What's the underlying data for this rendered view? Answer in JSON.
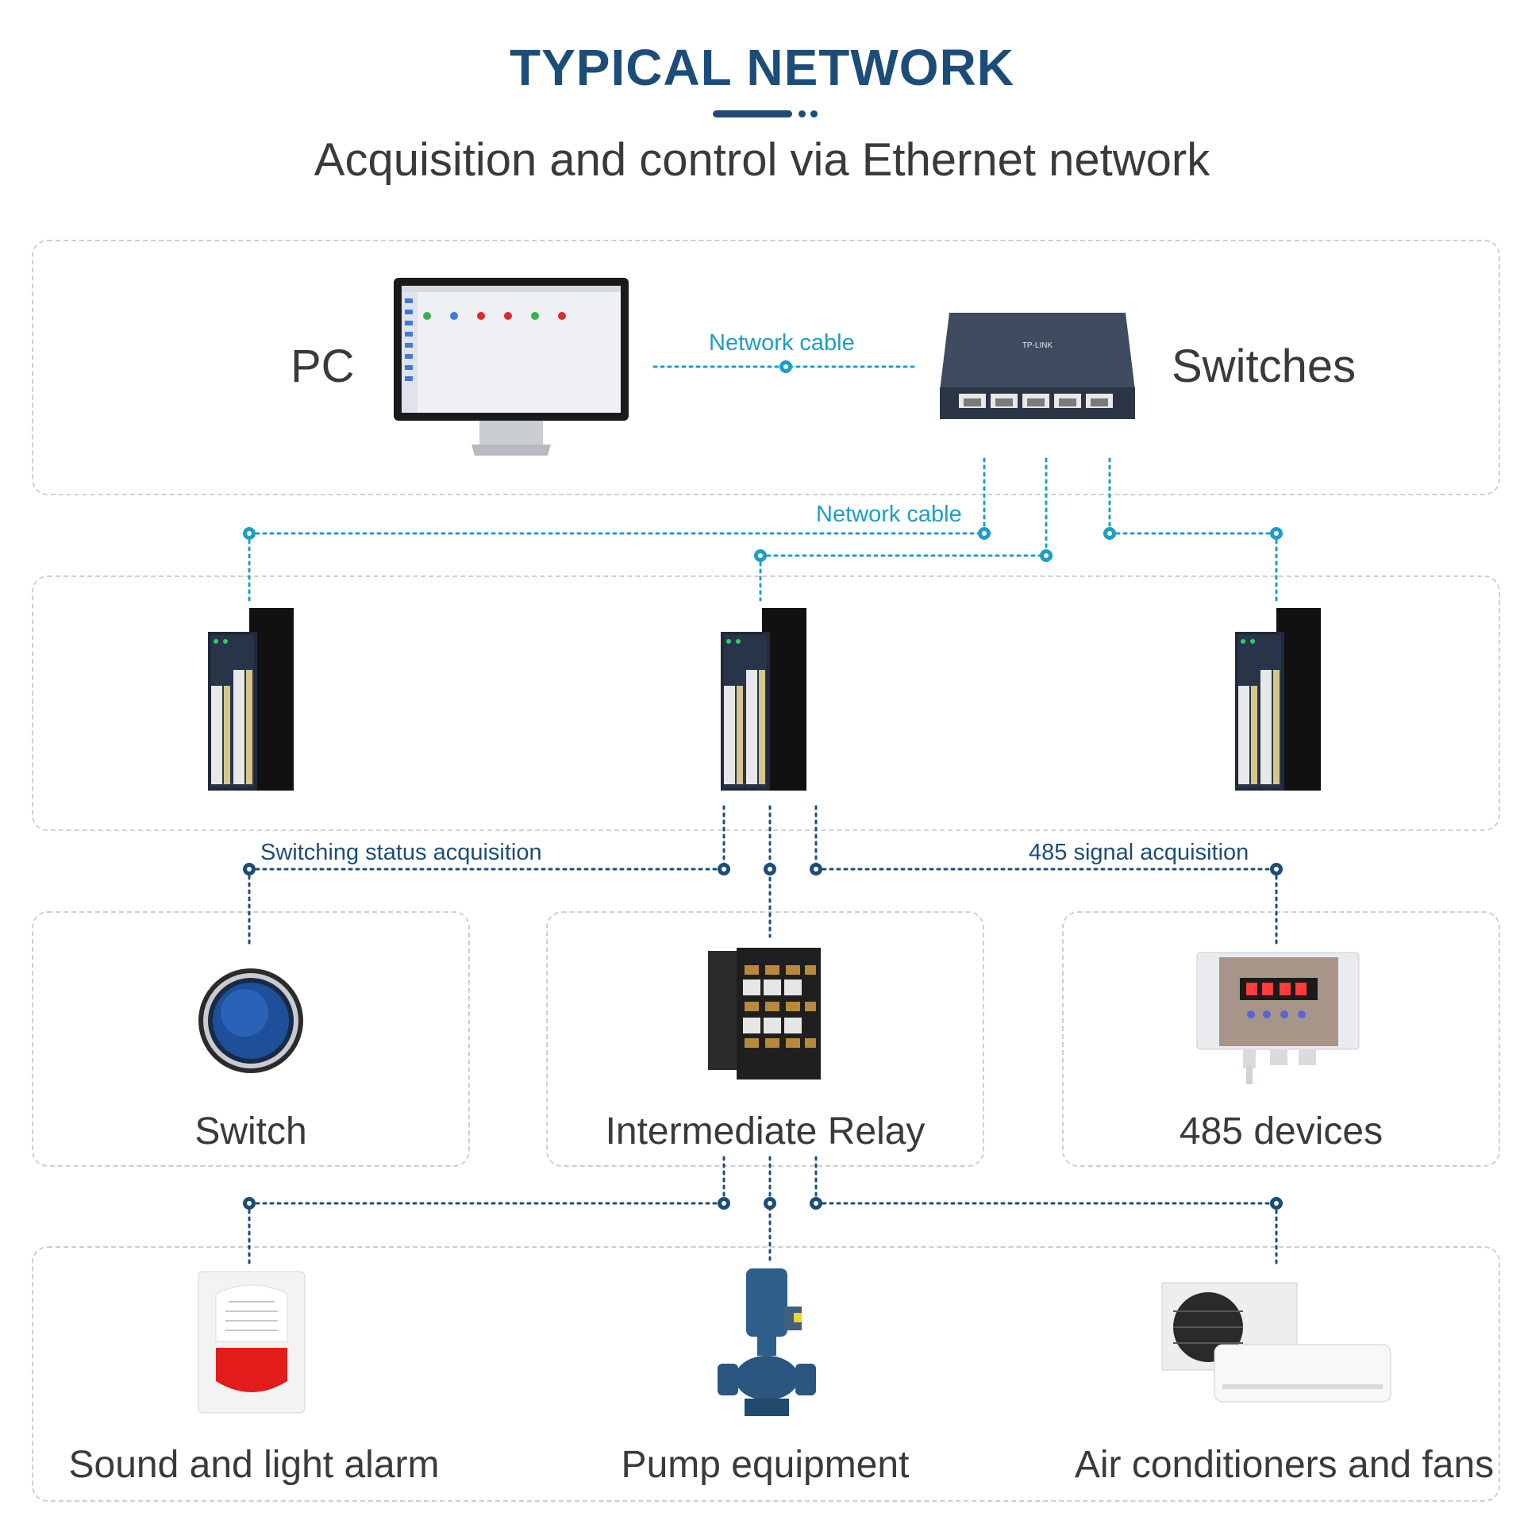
{
  "header": {
    "title": "TYPICAL NETWORK",
    "subtitle": "Acquisition and control via Ethernet network"
  },
  "top_row": {
    "pc_label": "PC",
    "switches_label": "Switches",
    "link_label": "Network cable",
    "switch_brand": "TP-LINK"
  },
  "module_row": {
    "link_label": "Network cable"
  },
  "signals": {
    "left_label": "Switching status acquisition",
    "right_label": "485 signal acquisition"
  },
  "devices": {
    "switch_label": "Switch",
    "relay_label": "Intermediate Relay",
    "rs485_label": "485 devices"
  },
  "outputs": {
    "alarm_label": "Sound and light alarm",
    "pump_label": "Pump equipment",
    "ac_label": "Air conditioners and fans"
  },
  "colors": {
    "title_blue": "#1c4d78",
    "cable_cyan": "#1d9ec6",
    "signal_navy": "#1c4d78",
    "panel_border": "#cfcfcf"
  }
}
